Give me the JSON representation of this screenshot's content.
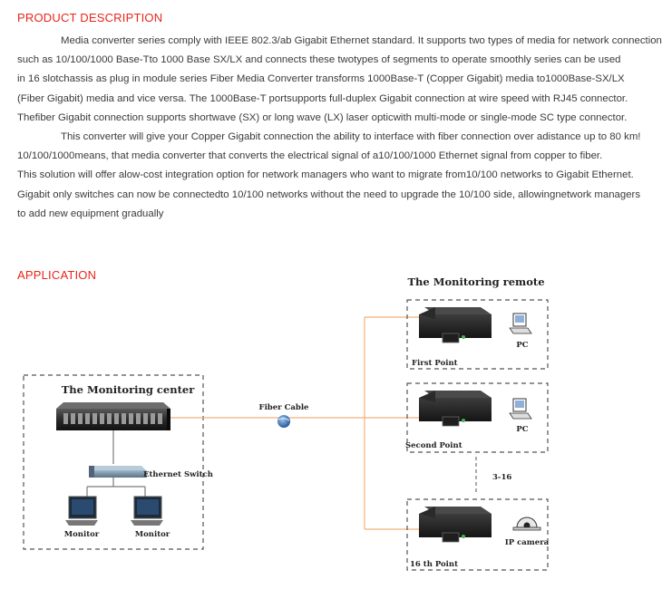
{
  "product_description": {
    "heading": "PRODUCT DESCRIPTION",
    "lines": [
      "Media converter series comply with IEEE 802.3/ab Gigabit Ethernet standard. It supports two types of media for network connection",
      "such as 10/100/1000 Base-Tto 1000 Base SX/LX and connects these twotypes of segments to operate smoothly series can be used",
      "in 16 slotchassis as plug in module series Fiber Media Converter transforms 1000Base-T (Copper Gigabit) media to1000Base-SX/LX",
      "(Fiber Gigabit) media and vice versa. The 1000Base-T portsupports full-duplex Gigabit connection at wire speed with RJ45 connector.",
      "Thefiber Gigabit connection supports shortwave (SX) or long wave (LX) laser opticwith multi-mode or single-mode SC type connector.",
      "This converter will give your Copper Gigabit connection the ability to interface with fiber connection over adistance up to 80 km!",
      "10/100/1000means, that media converter that converts the electrical signal of a10/100/1000 Ethernet signal from copper to fiber.",
      "This solution will offer alow-cost integration option for network managers who want to migrate from10/100 networks to Gigabit Ethernet.",
      "Gigabit only switches can now be connectedto 10/100 networks without the need to upgrade the 10/100 side, allowingnetwork managers",
      "to add new equipment gradually"
    ]
  },
  "application": {
    "heading": "APPLICATION",
    "diagram": {
      "monitoring_center_title": "The Monitoring center",
      "monitoring_remote_title": "The Monitoring remote",
      "fiber_cable_label": "Fiber Cable",
      "ethernet_switch_label": "Ethernet Switch",
      "monitor_label_1": "Monitor",
      "monitor_label_2": "Monitor",
      "first_point_label": "First Point",
      "second_point_label": "Second Point",
      "range_label": "3-16",
      "sixteenth_point_label": "16 th Point",
      "pc_label_1": "PC",
      "pc_label_2": "PC",
      "ip_camera_label": "IP camera"
    }
  }
}
